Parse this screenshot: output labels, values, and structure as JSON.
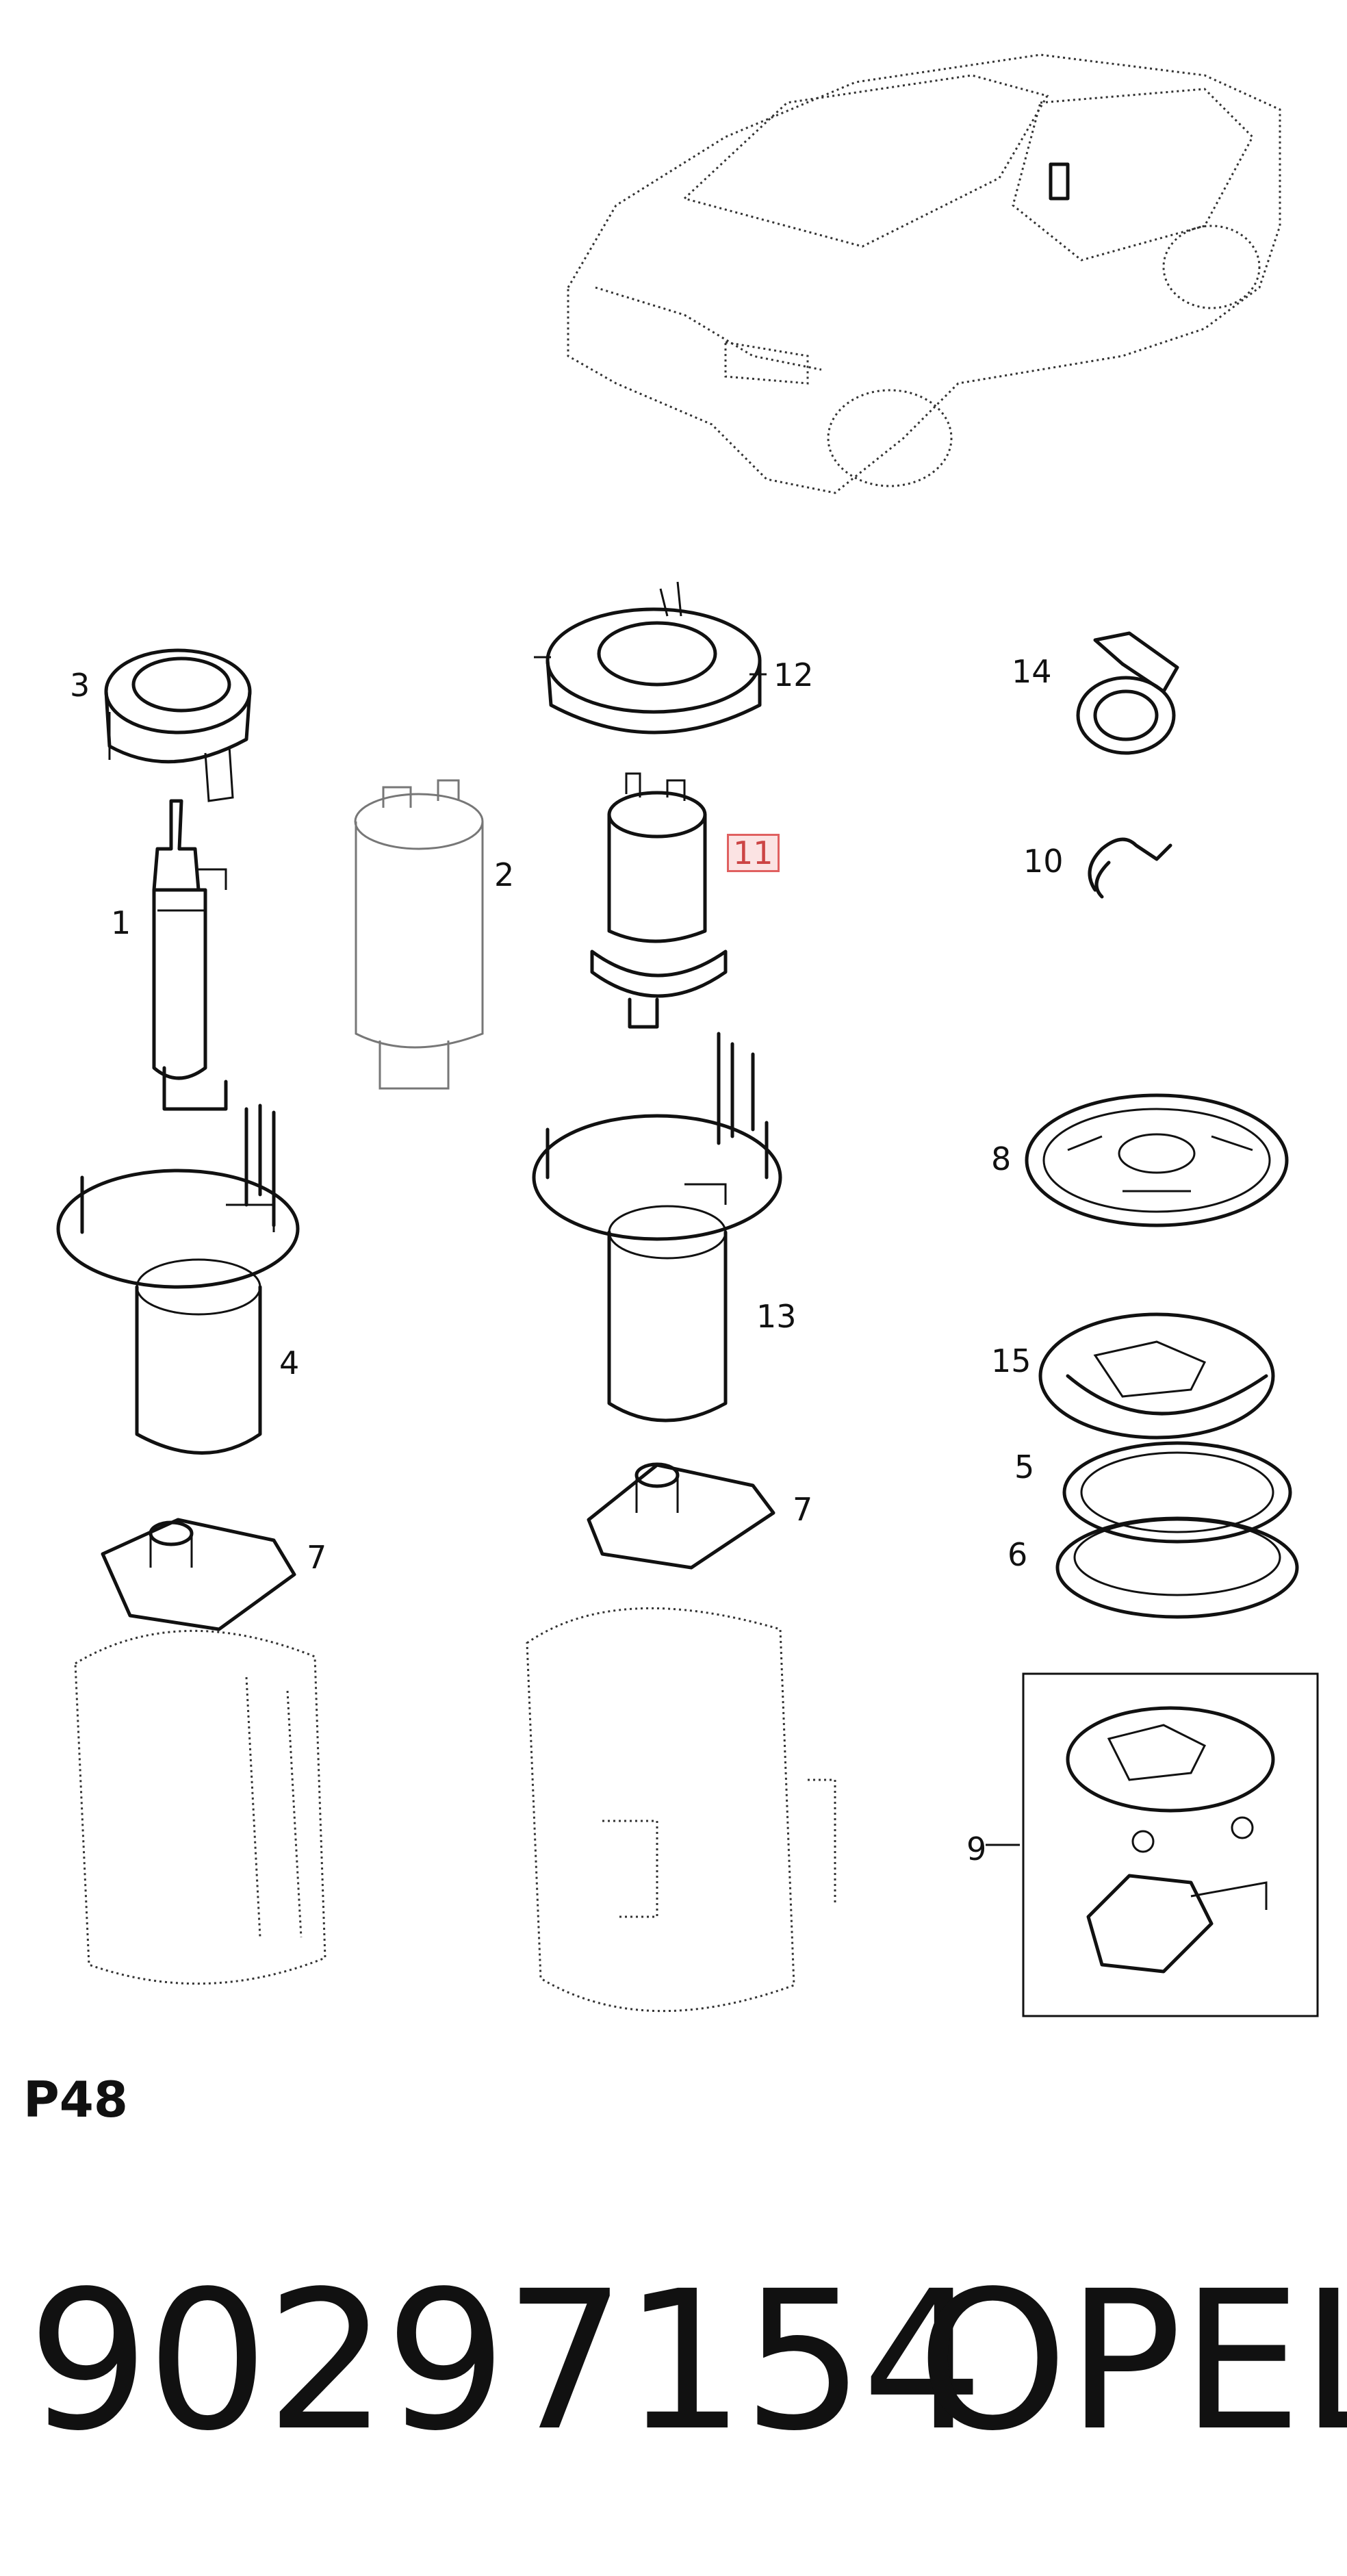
{
  "diagram": {
    "section_code": "P48",
    "part_number": "90297154",
    "brand": "OPEL",
    "highlight_color": "#e06060",
    "callouts": {
      "c1": "1",
      "c2": "2",
      "c3": "3",
      "c4": "4",
      "c5": "5",
      "c6": "6",
      "c7a": "7",
      "c7b": "7",
      "c8": "8",
      "c9": "9",
      "c10": "10",
      "c11": "11",
      "c12": "12",
      "c13": "13",
      "c14": "14",
      "c15": "15"
    },
    "highlighted_callout": "11"
  }
}
